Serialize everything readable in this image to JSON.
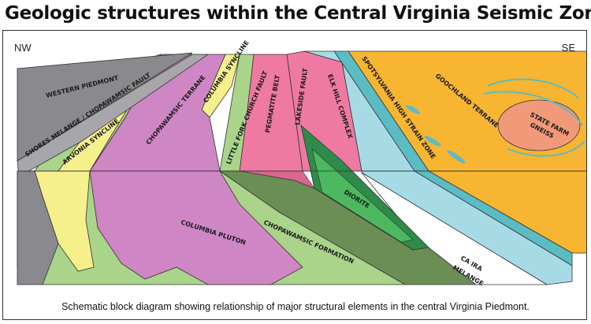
{
  "title": "Geologic structures within the Central Virginia Seismic Zone",
  "orientation": {
    "left": "NW",
    "right": "SE"
  },
  "caption": "Schematic block diagram showing relationship of major structural elements in the central Virginia Piedmont.",
  "units": {
    "western_piedmont": "WESTERN PIEDMONT",
    "shores_melange": "SHORES MELANGE / CHOPAWAMSIC FAULT",
    "arvonia_syncline": "ARVONIA SYNCLINE",
    "chopawamsic_terrane": "CHOPAWAMSIC TERRANE",
    "columbia_syncline": "COLUMBIA SYNCLINE",
    "little_fork_fault": "LITTLE FORK CHURCH FAULT",
    "pegmatite_belt": "PEGMATITE BELT",
    "lakeside_fault": "LAKESIDE FAULT",
    "elk_hill_complex": "ELK HILL COMPLEX",
    "spotsylvania_zone": "SPOTSYLVANIA HIGH STRAIN ZONE",
    "goochland_terrane": "GOOCHLAND TERRANE",
    "state_farm_gneiss_1": "STATE FARM",
    "state_farm_gneiss_2": "GNEISS",
    "diorite": "DIORITE",
    "columbia_pluton": "COLUMBIA PLUTON",
    "chopawamsic_formation": "CHOPAWAMSIC FORMATION",
    "caira_melange_1": "CA IRA",
    "caira_melange_2": "MELANGE"
  },
  "colors": {
    "gray_dark": "#8a8a8e",
    "gray_light": "#a7a7ab",
    "green_light": "#a9d48a",
    "yellow": "#f5f08c",
    "pink_purple": "#cf86c4",
    "pink": "#ee7aa2",
    "olive_green": "#6b8e55",
    "dark_green": "#2e8b4a",
    "mid_green": "#4cb85f",
    "light_blue": "#a6dbe6",
    "teal": "#5bbcc4",
    "orange": "#f7b531",
    "salmon": "#f19a7a"
  }
}
